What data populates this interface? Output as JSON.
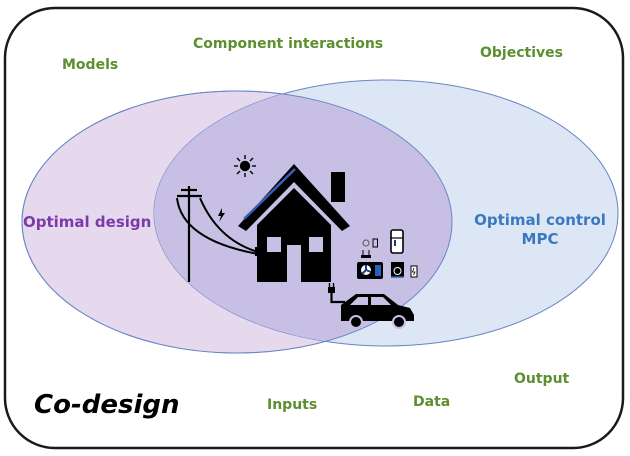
{
  "diagram": {
    "title": "Co-design",
    "left_set": {
      "label": "Optimal design",
      "fill": "#e6d9ee",
      "stroke": "#6a86c4"
    },
    "right_set": {
      "label_line1": "Optimal control",
      "label_line2": "MPC",
      "fill": "#dde6f5",
      "stroke": "#6a86c4"
    },
    "overlap_fill": "#c8c0e4",
    "outer_labels": {
      "models": "Models",
      "component_interactions": "Component interactions",
      "objectives": "Objectives",
      "inputs": "Inputs",
      "data": "Data",
      "output": "Output"
    },
    "center_icons": [
      "sun-icon",
      "power-pole-icon",
      "lightning-icon",
      "house-icon",
      "solar-panel-icon",
      "light-bulb-icon",
      "phone-icon",
      "wifi-router-icon",
      "heat-pump-icon",
      "fridge-icon",
      "washing-machine-icon",
      "battery-icon",
      "ev-plug-icon",
      "car-icon"
    ],
    "colors": {
      "label_green": "#5b8f2f",
      "label_purple": "#7b3aa8",
      "label_blue": "#3a79c0",
      "frame": "#1a1a1a"
    }
  }
}
